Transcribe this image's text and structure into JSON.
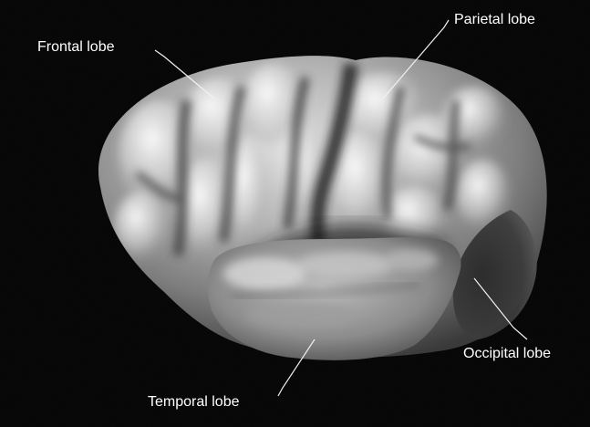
{
  "labels": {
    "frontal": "Frontal lobe",
    "parietal": "Parietal lobe",
    "occipital": "Occipital lobe",
    "temporal": "Temporal lobe"
  },
  "colors": {
    "background": "#050505",
    "brain_light": "#e6e6e6",
    "brain_mid": "#9a9a9a",
    "brain_dark": "#2e2e2e",
    "label_text": "#ffffff"
  }
}
